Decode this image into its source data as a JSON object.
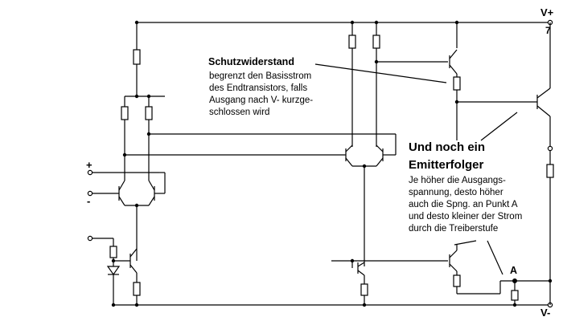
{
  "labels": {
    "vplus": "V+",
    "vplus_pin": "7",
    "vminus": "V-",
    "plus_input": "+",
    "minus_input": "-",
    "point_a": "A"
  },
  "annotations": {
    "schutz_title": "Schutzwiderstand",
    "schutz_lines": [
      "begrenzt den Basisstrom",
      "des Endtransistors, falls",
      "Ausgang nach V- kurzge-",
      "schlossen wird"
    ],
    "emitter_lines": [
      "Und noch ein",
      "Emitterfolger"
    ],
    "je_lines": [
      "Je höher die Ausgangs-",
      "spannung, desto höher",
      "auch die Spng. an Punkt A",
      "und desto kleiner der Strom",
      "durch die Treiberstufe"
    ]
  },
  "colors": {
    "line": "#000000",
    "background": "#ffffff"
  }
}
